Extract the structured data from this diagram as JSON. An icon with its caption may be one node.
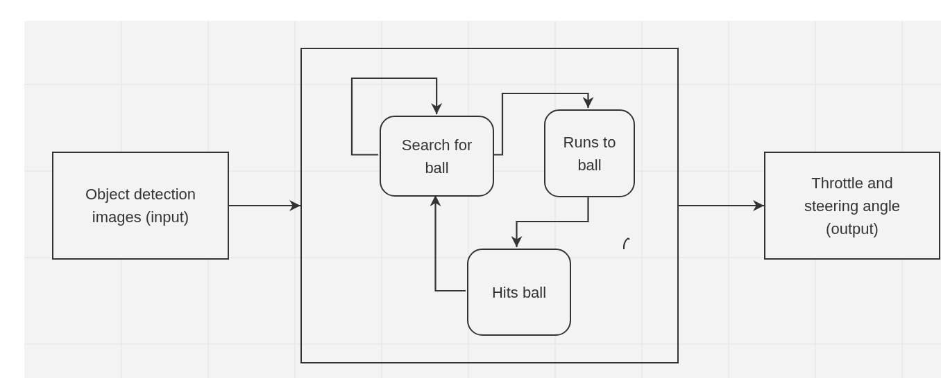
{
  "diagram": {
    "nodes": [
      {
        "text": [
          "Object detection images (input)"
        ]
      },
      {
        "text": [],
        "shape": "box"
      },
      {
        "text": [
          "Search for ball"
        ],
        "in": 1
      },
      {
        "text": [
          "Runs to ball"
        ],
        "in": 1
      },
      {
        "text": [
          "Hits ball"
        ],
        "in": 1
      },
      {
        "text": [
          "Throttle and steering angle (output)"
        ]
      }
    ],
    "edges": [
      {
        "from": 0,
        "to": 1,
        "arrow": "to"
      },
      {
        "from": 2,
        "to": 2,
        "arrow": "to"
      },
      {
        "from": 2,
        "to": 3,
        "arrow": "to"
      },
      {
        "from": 3,
        "to": 4,
        "arrow": "to"
      },
      {
        "from": 4,
        "to": 2,
        "arrow": "to"
      },
      {
        "from": 1,
        "to": 5,
        "arrow": "to"
      }
    ]
  }
}
